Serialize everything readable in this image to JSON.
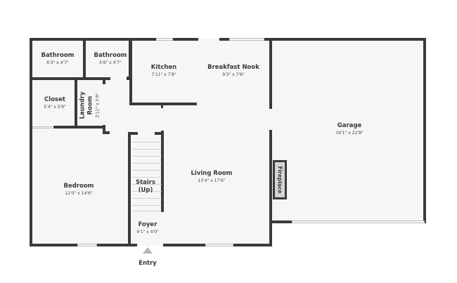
{
  "floor_plan": {
    "rooms": [
      {
        "id": "bathroom_1",
        "name": "Bathroom",
        "dimensions": "6'3\" x 4'7\""
      },
      {
        "id": "bathroom_2",
        "name": "Bathroom",
        "dimensions": "5'6\" x 4'7\""
      },
      {
        "id": "kitchen",
        "name": "Kitchen",
        "dimensions": "7'11\" x 7'8\""
      },
      {
        "id": "breakfast_nook",
        "name": "Breakfast Nook",
        "dimensions": "9'3\" x 7'8\""
      },
      {
        "id": "closet",
        "name": "Closet",
        "dimensions": "5'4\" x 5'9\""
      },
      {
        "id": "laundry_room",
        "name": "Laundry Room",
        "name_line1": "Laundry",
        "name_line2": "Room",
        "dimensions": "2'11\" x 5'9\""
      },
      {
        "id": "garage",
        "name": "Garage",
        "dimensions": "19'1\" x 22'8\""
      },
      {
        "id": "bedroom",
        "name": "Bedroom",
        "dimensions": "12'0\" x 14'6\""
      },
      {
        "id": "stairs",
        "name": "Stairs",
        "sub": "(Up)"
      },
      {
        "id": "living_room",
        "name": "Living Room",
        "dimensions": "13'4\" x 17'6\""
      },
      {
        "id": "foyer",
        "name": "Foyer",
        "dimensions": "4'1\" x 4'0\""
      }
    ],
    "fixtures": {
      "fireplace": "Fireplace"
    },
    "entry_label": "Entry",
    "colors": {
      "wall": "#3a3a3a",
      "floor": "#f6f6f6",
      "background": "#ffffff",
      "text": "#3b3b3b",
      "entry_arrow": "#b5b5b5"
    }
  }
}
